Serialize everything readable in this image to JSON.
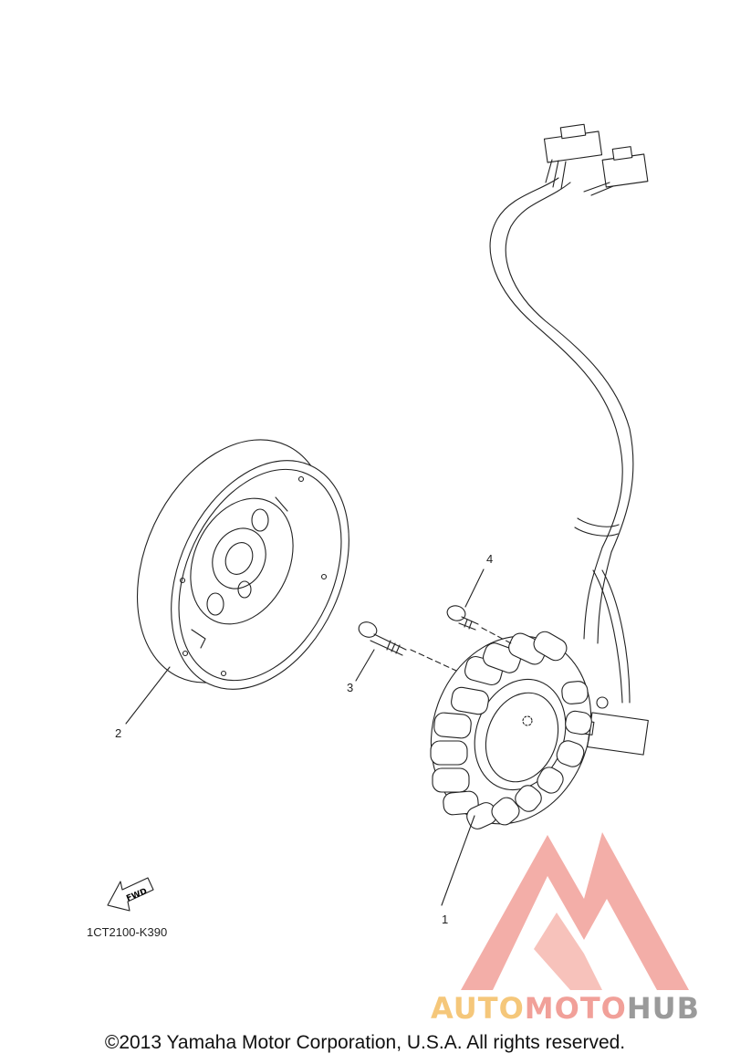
{
  "callouts": {
    "p1": "1",
    "p2": "2",
    "p3": "3",
    "p4": "4"
  },
  "fwd_label": "FWD",
  "diagram_code": "1CT2100-K390",
  "watermark": {
    "part_a": "AUTO",
    "part_b": "MOTO",
    "part_c": "HUB"
  },
  "copyright": "©2013 Yamaha Motor Corporation, U.S.A. All rights reserved.",
  "colors": {
    "line": "#222222",
    "watermark_red": "#f1a099",
    "watermark_orange": "#f5c77a",
    "watermark_gray": "#9a9a9a"
  }
}
